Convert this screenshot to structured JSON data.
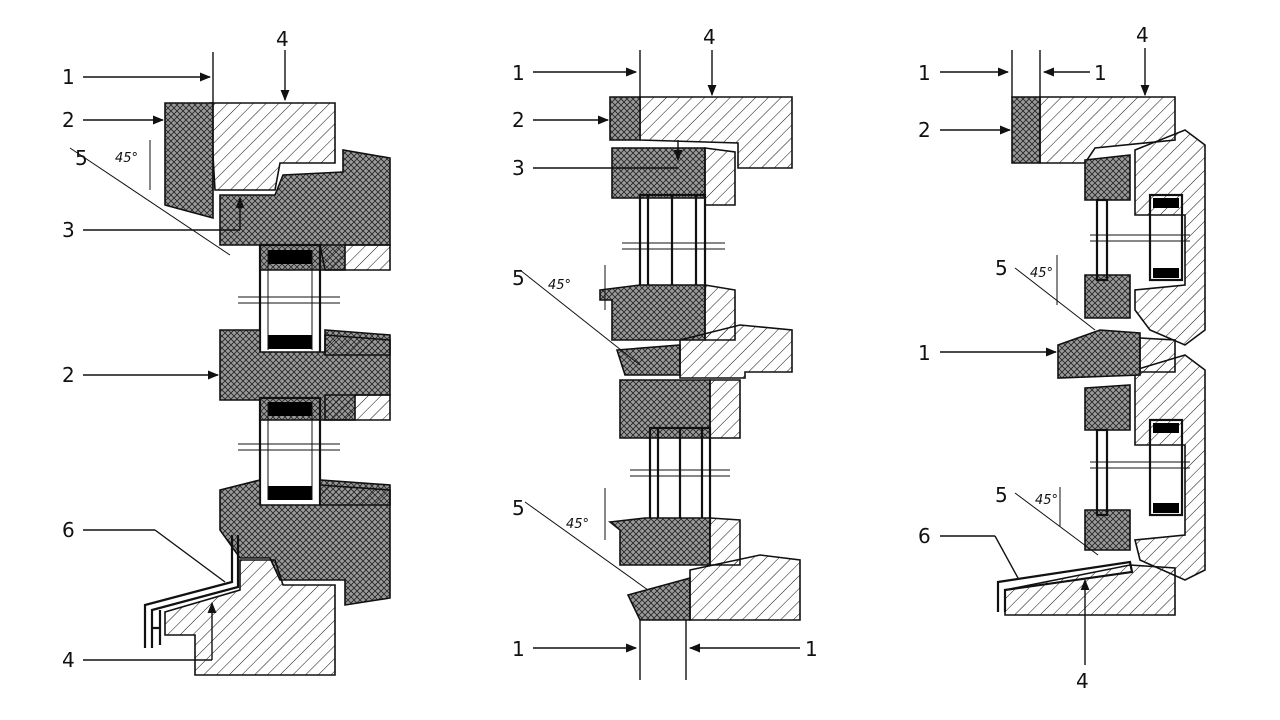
{
  "angle_text": "45°",
  "labels": {
    "one": "1",
    "two": "2",
    "three": "3",
    "four": "4",
    "five": "5",
    "six": "6"
  },
  "colors": {
    "line": "#111111",
    "glass_spacer": "#000000",
    "background": "#ffffff"
  }
}
